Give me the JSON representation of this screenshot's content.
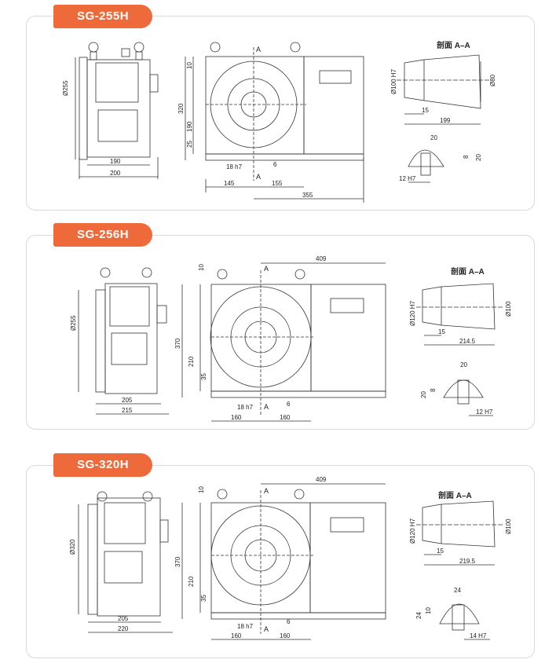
{
  "models": [
    {
      "name": "SG-255H",
      "section_title": "剖面 A–A",
      "side": {
        "dia": "Ø255",
        "w1": "190",
        "w2": "200"
      },
      "front": {
        "d10": "10",
        "d320": "320",
        "d190": "190",
        "d25": "25",
        "d18": "18 h7",
        "d6": "6",
        "d145": "145",
        "d155": "155",
        "d355": "355",
        "a": "A"
      },
      "section": {
        "d100": "Ø100 H7",
        "d80": "Ø80",
        "d15": "15",
        "d199": "199"
      },
      "slot": {
        "d20a": "20",
        "d8": "8",
        "d20b": "20",
        "d12": "12 H7"
      }
    },
    {
      "name": "SG-256H",
      "section_title": "剖面 A–A",
      "side": {
        "dia": "Ø255",
        "w1": "205",
        "w2": "215"
      },
      "front": {
        "d409": "409",
        "d10": "10",
        "d370": "370",
        "d210": "210",
        "d35": "35",
        "d18": "18 h7",
        "d6": "6",
        "d160a": "160",
        "d160b": "160",
        "a": "A"
      },
      "section": {
        "d120": "Ø120 H7",
        "d100": "Ø100",
        "d15": "15",
        "d214": "214.5"
      },
      "slot": {
        "d20a": "20",
        "d8": "8",
        "d20b": "20",
        "d12": "12 H7"
      }
    },
    {
      "name": "SG-320H",
      "section_title": "剖面 A–A",
      "side": {
        "dia": "Ø320",
        "w1": "205",
        "w2": "220"
      },
      "front": {
        "d409": "409",
        "d10": "10",
        "d370": "370",
        "d210": "210",
        "d35": "35",
        "d18": "18 h7",
        "d6": "6",
        "d160a": "160",
        "d160b": "160",
        "a": "A"
      },
      "section": {
        "d120": "Ø120 H7",
        "d100": "Ø100",
        "d15": "15",
        "d219": "219.5"
      },
      "slot": {
        "d24a": "24",
        "d10": "10",
        "d24b": "24",
        "d14": "14 H7"
      }
    }
  ]
}
